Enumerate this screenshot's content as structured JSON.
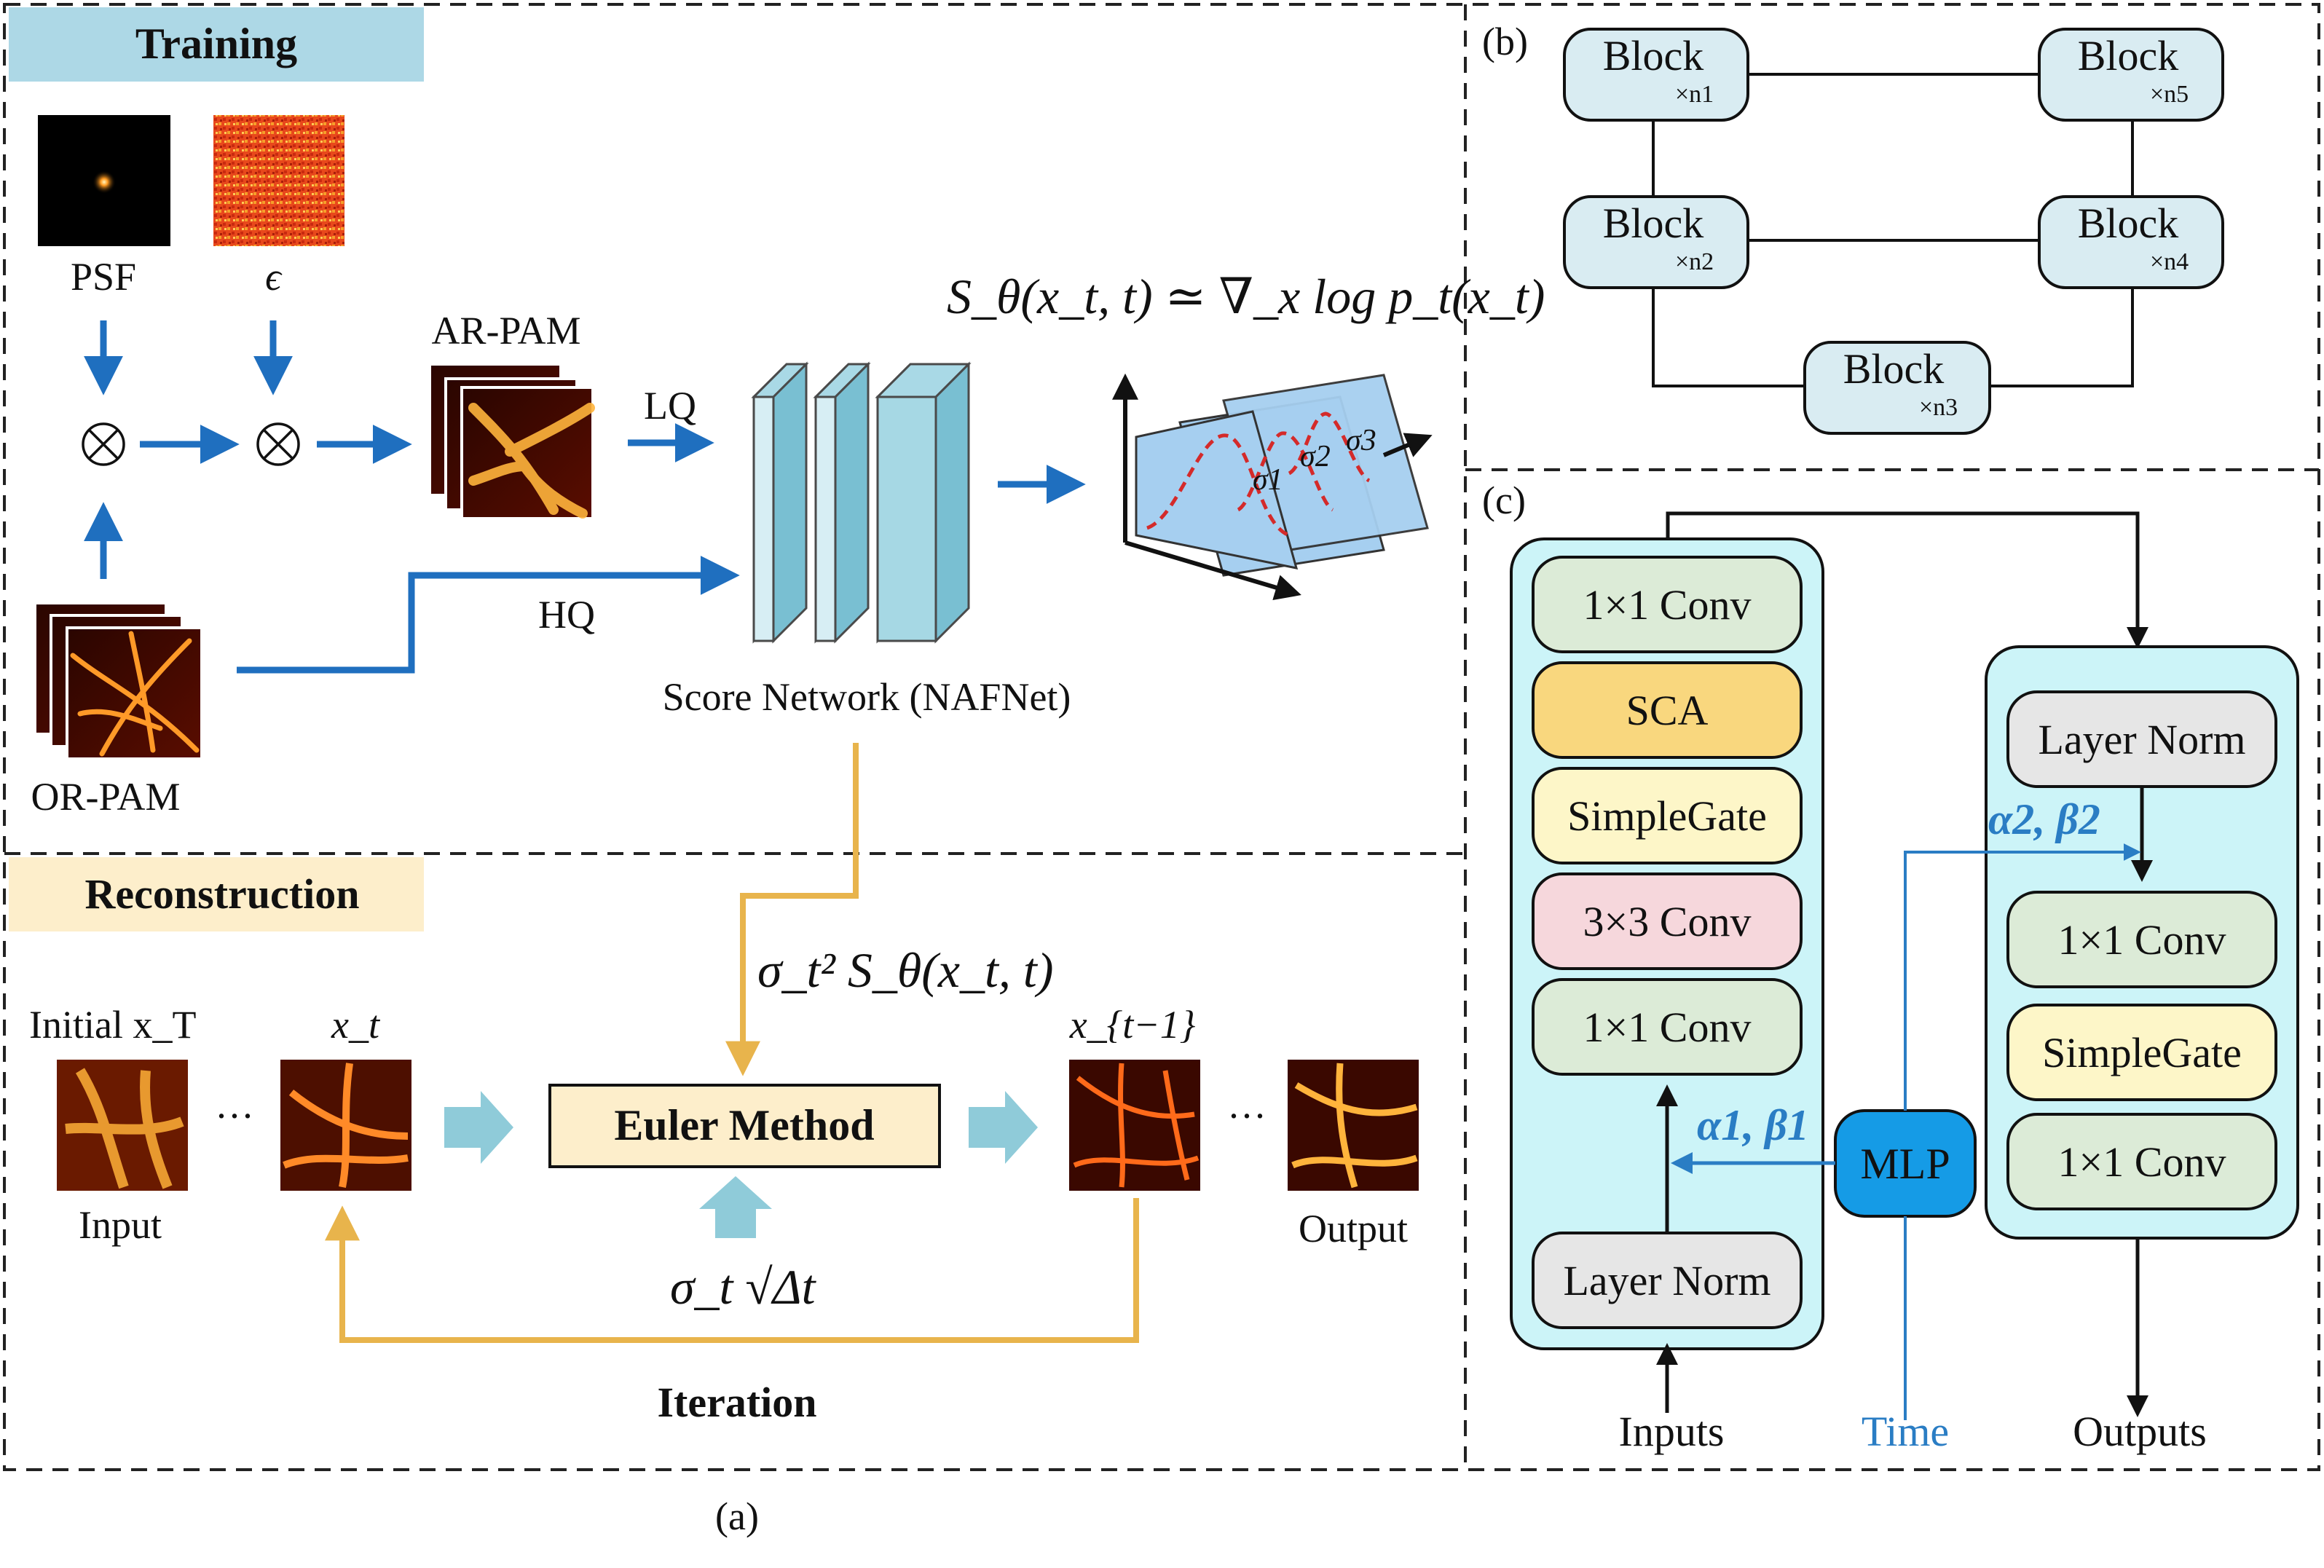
{
  "panel_a": {
    "training_header": "Training",
    "reconstruction_header": "Reconstruction",
    "psf_label": "PSF",
    "epsilon_label": "ϵ",
    "ar_pam_label": "AR-PAM",
    "or_pam_label": "OR-PAM",
    "lq_label": "LQ",
    "hq_label": "HQ",
    "score_network_label": "Score Network (NAFNet)",
    "score_formula": "S_θ(x_t, t) ≃ ∇_x log p_t(x_t)",
    "sigma1": "σ1",
    "sigma2": "σ2",
    "sigma3": "σ3",
    "update_formula": "σ_t² S_θ(x_t, t)",
    "initial_label": "Initial x_T",
    "xt_label": "x_t",
    "xt1_label": "x_{t−1}",
    "ellipsis": "···",
    "euler_label": "Euler Method",
    "noise_formula": "σ_t √Δt",
    "input_label": "Input",
    "output_label": "Output",
    "iteration_label": "Iteration",
    "caption": "(a)"
  },
  "panel_b": {
    "caption": "(b)",
    "block_label": "Block",
    "multipliers": [
      "×n1",
      "×n2",
      "×n3",
      "×n4",
      "×n5"
    ]
  },
  "panel_c": {
    "caption": "(c)",
    "left_stack": [
      "1×1 Conv",
      "SCA",
      "SimpleGate",
      "3×3 Conv",
      "1×1 Conv"
    ],
    "left_norm": "Layer Norm",
    "right_norm": "Layer Norm",
    "right_stack": [
      "1×1 Conv",
      "SimpleGate",
      "1×1 Conv"
    ],
    "mlp": "MLP",
    "alpha1_beta1": "α1, β1",
    "alpha2_beta2": "α2, β2",
    "inputs": "Inputs",
    "time": "Time",
    "outputs": "Outputs"
  },
  "colors": {
    "blue_arrow": "#1f6fbf",
    "orange_arrow": "#e8b44c",
    "light_blue_arrow": "#8fcbd9",
    "training_header_bg": "#add8e6",
    "reconstruction_header_bg": "#fdeecb",
    "block_fill": "#d9ecf2",
    "panel_c_fill": "#ccf4f8",
    "conv_fill": "#dcebd7",
    "sca_fill": "#f9d77e",
    "gate_fill": "#fdf6c8",
    "conv3_fill": "#f6d7dc",
    "norm_fill": "#e6e6e6",
    "mlp_fill": "#159be6",
    "time_text": "#2a7dc4"
  }
}
